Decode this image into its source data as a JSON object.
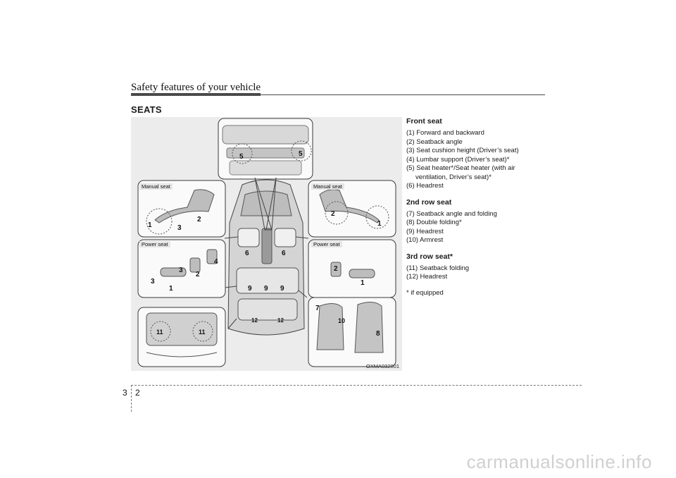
{
  "header": {
    "title": "Safety features of your vehicle"
  },
  "section": {
    "title": "SEATS"
  },
  "figure": {
    "code": "OXMA032001",
    "labels": {
      "manual_seat_left": "Manual seat",
      "power_seat_left": "Power seat",
      "manual_seat_right": "Manual seat",
      "power_seat_right": "Power seat"
    }
  },
  "content": {
    "front": {
      "heading": "Front seat",
      "items": [
        "(1) Forward and backward",
        "(2) Seatback angle",
        "(3) Seat cushion height (Driver’s seat)",
        "(4) Lumbar support (Driver’s seat)*",
        "(5) Seat heater*/Seat heater (with air ventilation, Driver’s seat)*",
        "(6) Headrest"
      ]
    },
    "second": {
      "heading": "2nd row seat",
      "items": [
        "(7) Seatback angle and folding",
        "(8) Double folding*",
        "(9) Headrest",
        "(10) Armrest"
      ]
    },
    "third": {
      "heading": "3rd row seat*",
      "items": [
        "(11) Seatback folding",
        "(12) Headrest"
      ]
    },
    "footnote": "* if equipped"
  },
  "footer": {
    "page_left": "3",
    "page_right": "2"
  },
  "watermark": "carmanualsonline.info"
}
